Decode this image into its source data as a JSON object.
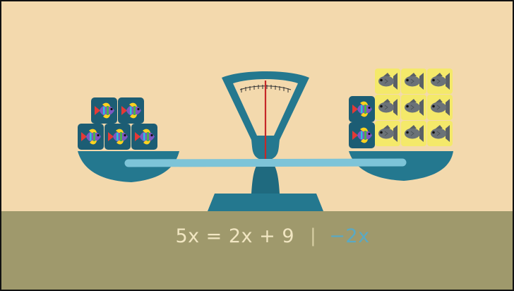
{
  "scene": {
    "colors": {
      "background": "#f3d9ad",
      "ground": "#9f996c",
      "scale": "#24788f",
      "beam": "#7dc4d8",
      "needle": "#c62828",
      "fish_tile": "#1c5d74",
      "food_tile": "#f4e96a"
    },
    "left_pan": {
      "fish_count": 5,
      "icon": "tropical-fish-icon"
    },
    "right_pan": {
      "fish_count": 2,
      "food_count": 9,
      "food_icon": "grey-fish-icon"
    }
  },
  "equation": {
    "expression": "5x = 2x + 9",
    "separator": "|",
    "operation": "−2x"
  }
}
